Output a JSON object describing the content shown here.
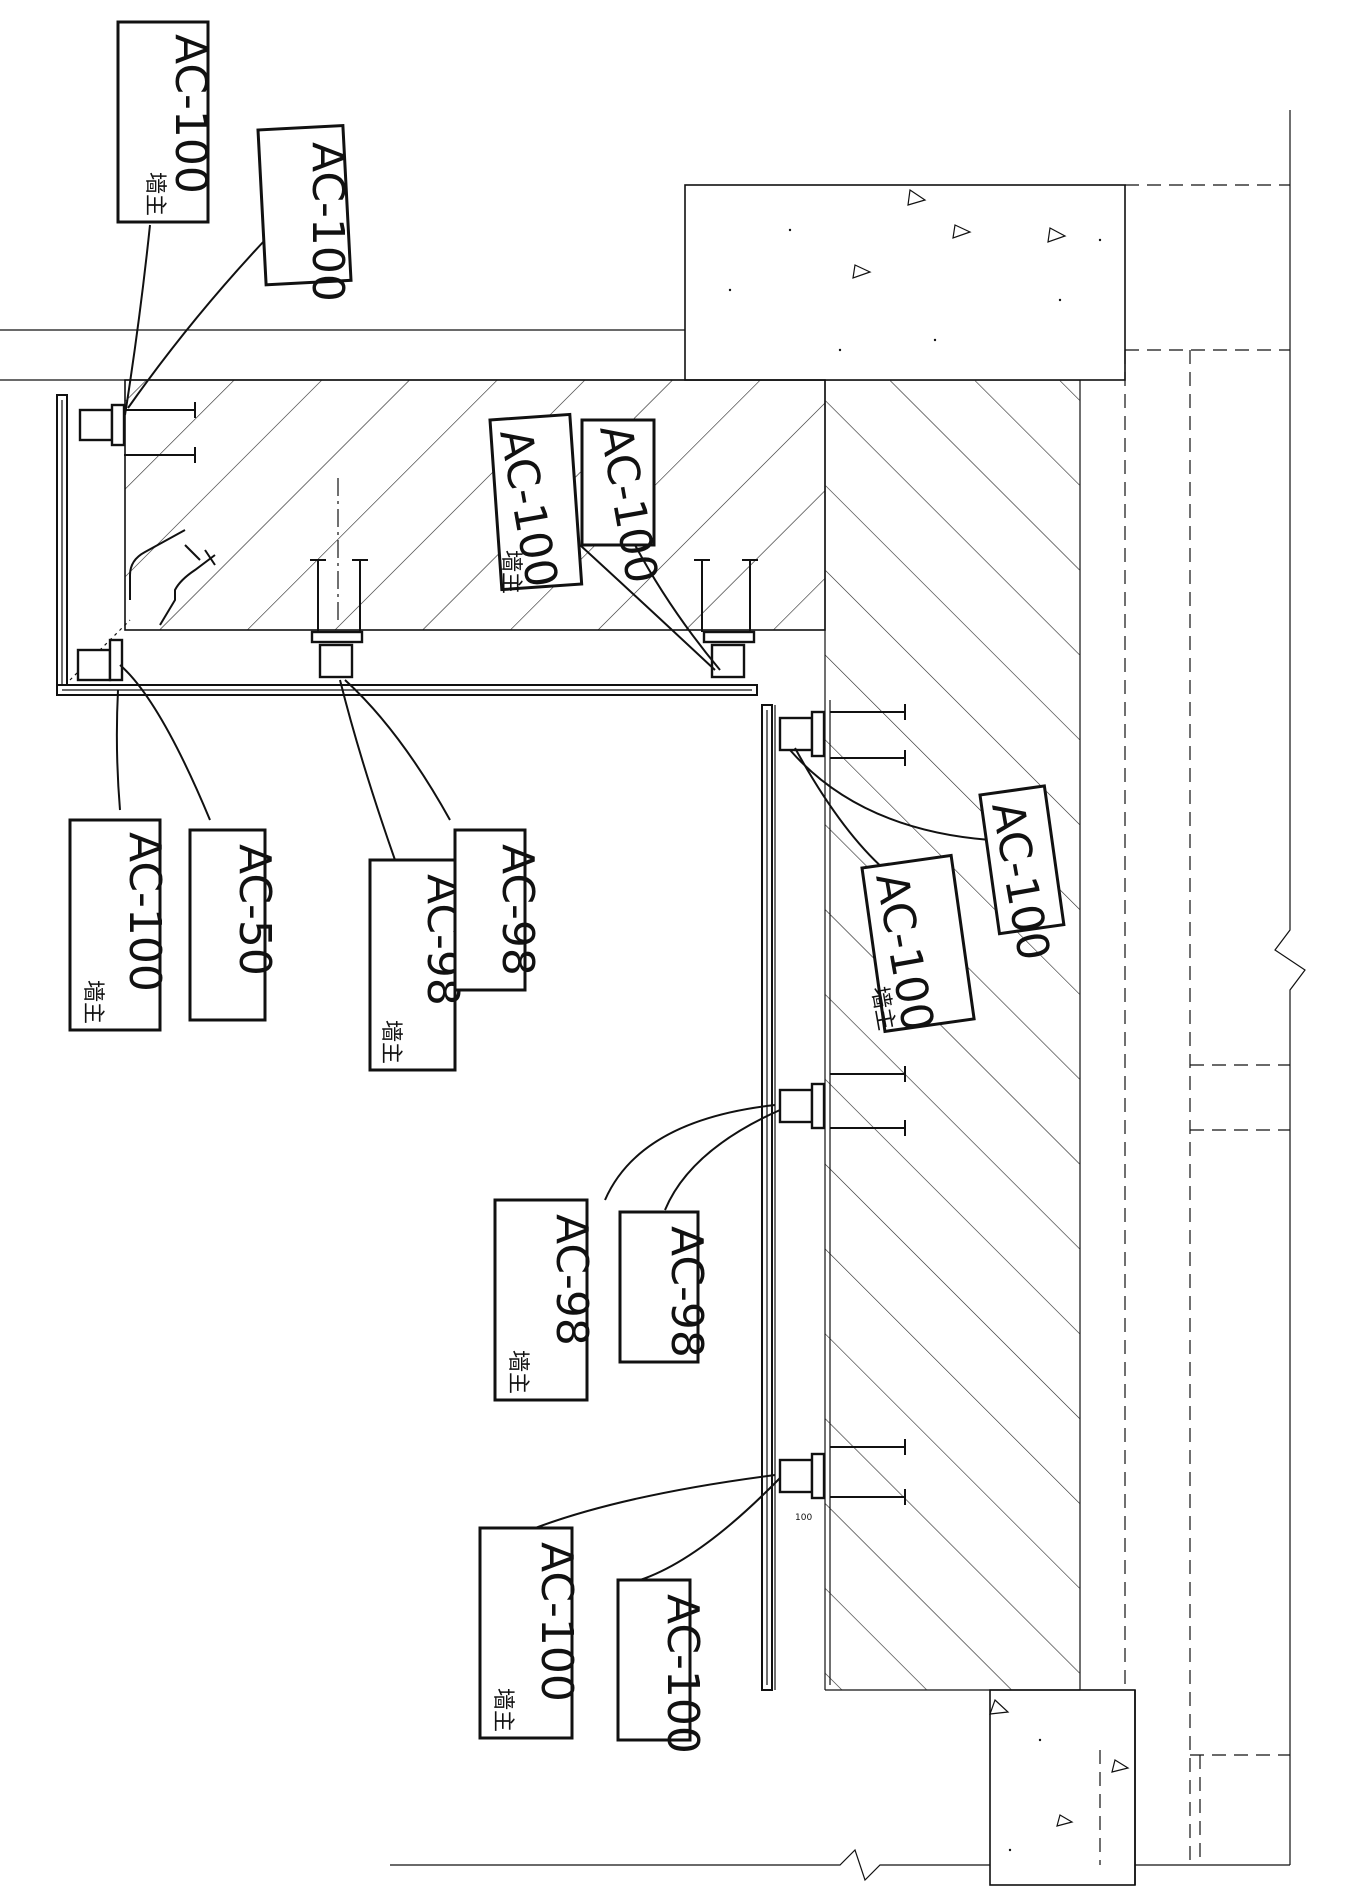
{
  "labels": [
    {
      "id": "l1",
      "text": "AC-100",
      "sub": "墙主"
    },
    {
      "id": "l2",
      "text": "AC-100",
      "sub": ""
    },
    {
      "id": "l3",
      "text": "AC-100",
      "sub": "墙主"
    },
    {
      "id": "l4",
      "text": "AC-100",
      "sub": ""
    },
    {
      "id": "l5",
      "text": "AC-100",
      "sub": "墙主"
    },
    {
      "id": "l6",
      "text": "AC-50",
      "sub": ""
    },
    {
      "id": "l7",
      "text": "AC-98",
      "sub": "墙主"
    },
    {
      "id": "l8",
      "text": "AC-98",
      "sub": ""
    },
    {
      "id": "l9",
      "text": "AC-100",
      "sub": ""
    },
    {
      "id": "l10",
      "text": "AC-100",
      "sub": "墙主"
    },
    {
      "id": "l11",
      "text": "AC-98",
      "sub": "墙主"
    },
    {
      "id": "l12",
      "text": "AC-98",
      "sub": ""
    },
    {
      "id": "l13",
      "text": "AC-100",
      "sub": "墙主"
    },
    {
      "id": "l14",
      "text": "AC-100",
      "sub": ""
    }
  ],
  "dimension_text": "100"
}
